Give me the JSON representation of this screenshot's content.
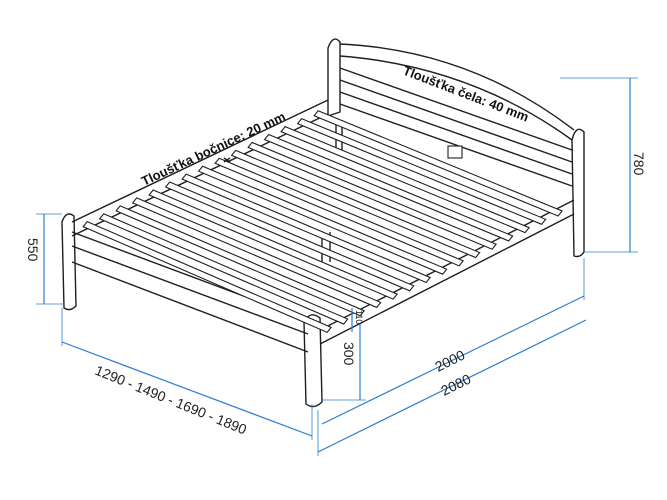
{
  "title": "",
  "labels": {
    "side_thickness": "Tloušťka bočnice: 20 mm",
    "head_thickness": "Tloušťka čela: 40 mm",
    "dim_780": "780",
    "dim_550": "550",
    "dim_300": "300",
    "dim_110": "110",
    "dim_2000": "2000",
    "dim_2080": "2080",
    "dim_widths": "1290 - 1490 - 1690 - 1890"
  },
  "colors": {
    "dimension": "#2b7fd0",
    "line": "#1f1f1f"
  }
}
